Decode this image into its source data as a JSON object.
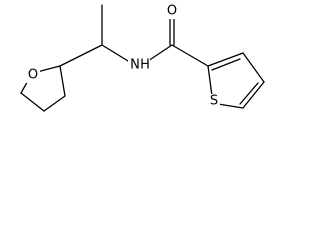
{
  "molecule": {
    "atoms": {
      "ring_oxygen": "O",
      "amide_oxygen": "O",
      "nitrogen": "N",
      "nitrogen_hydrogen": "H",
      "sulfur": "S"
    },
    "colors": {
      "bond": "#000000",
      "label": "#000000",
      "background": "#ffffff"
    }
  }
}
